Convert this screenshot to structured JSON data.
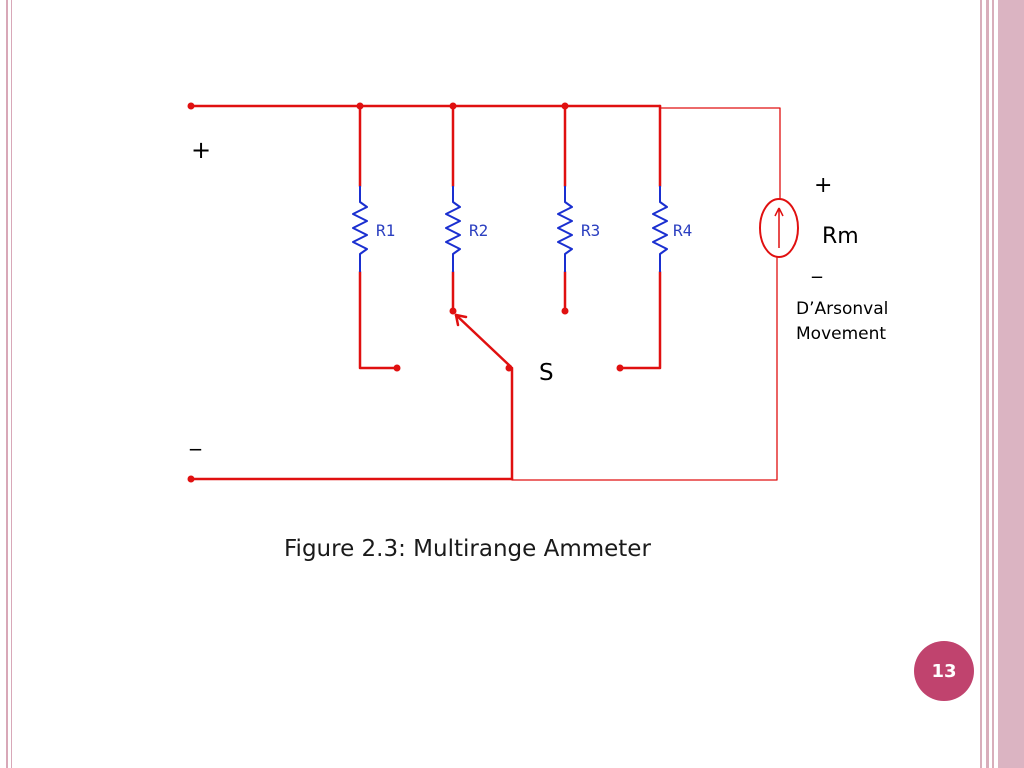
{
  "slide": {
    "page_number": "13",
    "caption": "Figure 2.3: Multirange Ammeter"
  },
  "diagram": {
    "terminal_plus": "+",
    "terminal_minus": "_",
    "resistors": [
      "R1",
      "R2",
      "R3",
      "R4"
    ],
    "switch_label": "S",
    "meter": {
      "plus": "+",
      "minus": "_",
      "label": "Rm",
      "description_line1": "D’Arsonval",
      "description_line2": "Movement"
    }
  },
  "colors": {
    "wire": "#e01010",
    "resistor": "#1a2fd0",
    "badge": "#c0436e",
    "border_pink": "#d4a3b4"
  }
}
